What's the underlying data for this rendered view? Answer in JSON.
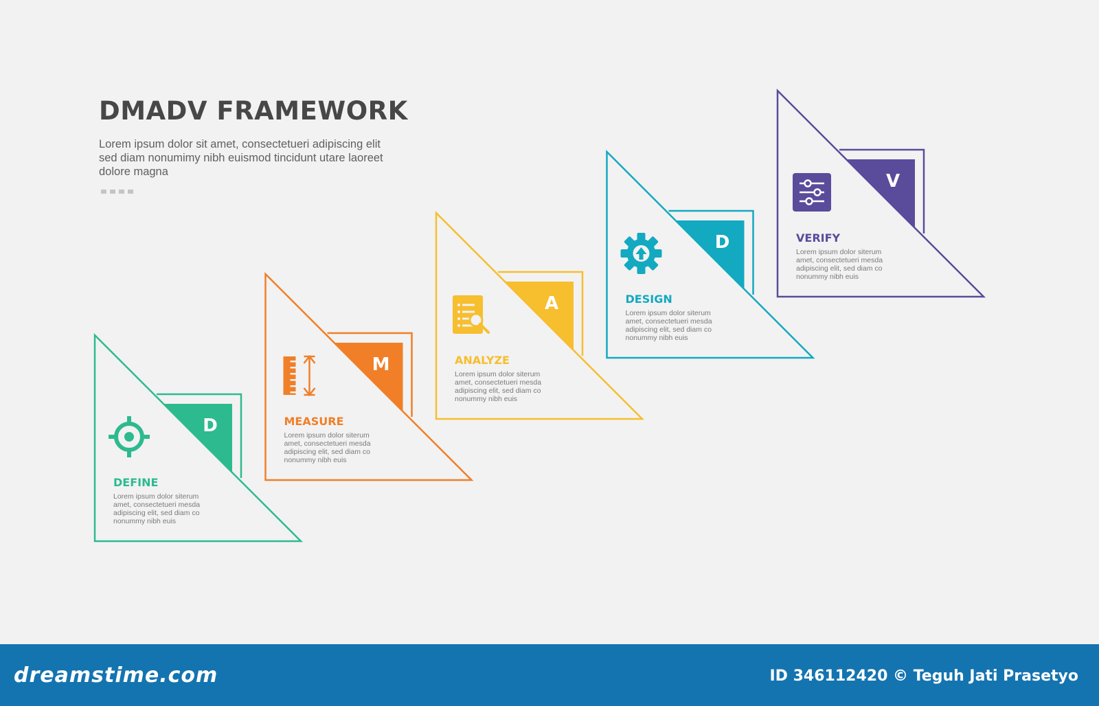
{
  "header": {
    "title": "DMADV FRAMEWORK",
    "description": "Lorem ipsum dolor sit amet, consectetueri adipiscing elit sed diam nonumimy nibh euismod tincidunt utare laoreet dolore magna"
  },
  "steps": [
    {
      "letter": "D",
      "name": "DEFINE",
      "color": "#2dba8f",
      "icon": "target-icon",
      "desc": [
        "Lorem ipsum dolor siterum",
        "amet, consectetueri mesda",
        "adipiscing elit, sed diam co",
        "nonummy nibh euis"
      ]
    },
    {
      "letter": "M",
      "name": "MEASURE",
      "color": "#f07f28",
      "icon": "ruler-measure-icon",
      "desc": [
        "Lorem ipsum dolor siterum",
        "amet, consectetueri mesda",
        "adipiscing elit, sed diam co",
        "nonummy nibh euis"
      ]
    },
    {
      "letter": "A",
      "name": "ANALYZE",
      "color": "#f7be2e",
      "icon": "document-search-icon",
      "desc": [
        "Lorem ipsum dolor siterum",
        "amet, consectetueri mesda",
        "adipiscing elit, sed diam co",
        "nonummy nibh euis"
      ]
    },
    {
      "letter": "D",
      "name": "DESIGN",
      "color": "#13a9c1",
      "icon": "gear-upload-icon",
      "desc": [
        "Lorem ipsum dolor siterum",
        "amet, consectetueri mesda",
        "adipiscing elit, sed diam co",
        "nonummy nibh euis"
      ]
    },
    {
      "letter": "V",
      "name": "VERIFY",
      "color": "#5a4b9b",
      "icon": "sliders-icon",
      "desc": [
        "Lorem ipsum dolor siterum",
        "amet, consectetueri mesda",
        "adipiscing elit, sed diam co",
        "nonummy nibh euis"
      ]
    }
  ],
  "footer": {
    "brand": "dreamstime.com",
    "credit": "ID 346112420 © Teguh Jati Prasetyo"
  }
}
